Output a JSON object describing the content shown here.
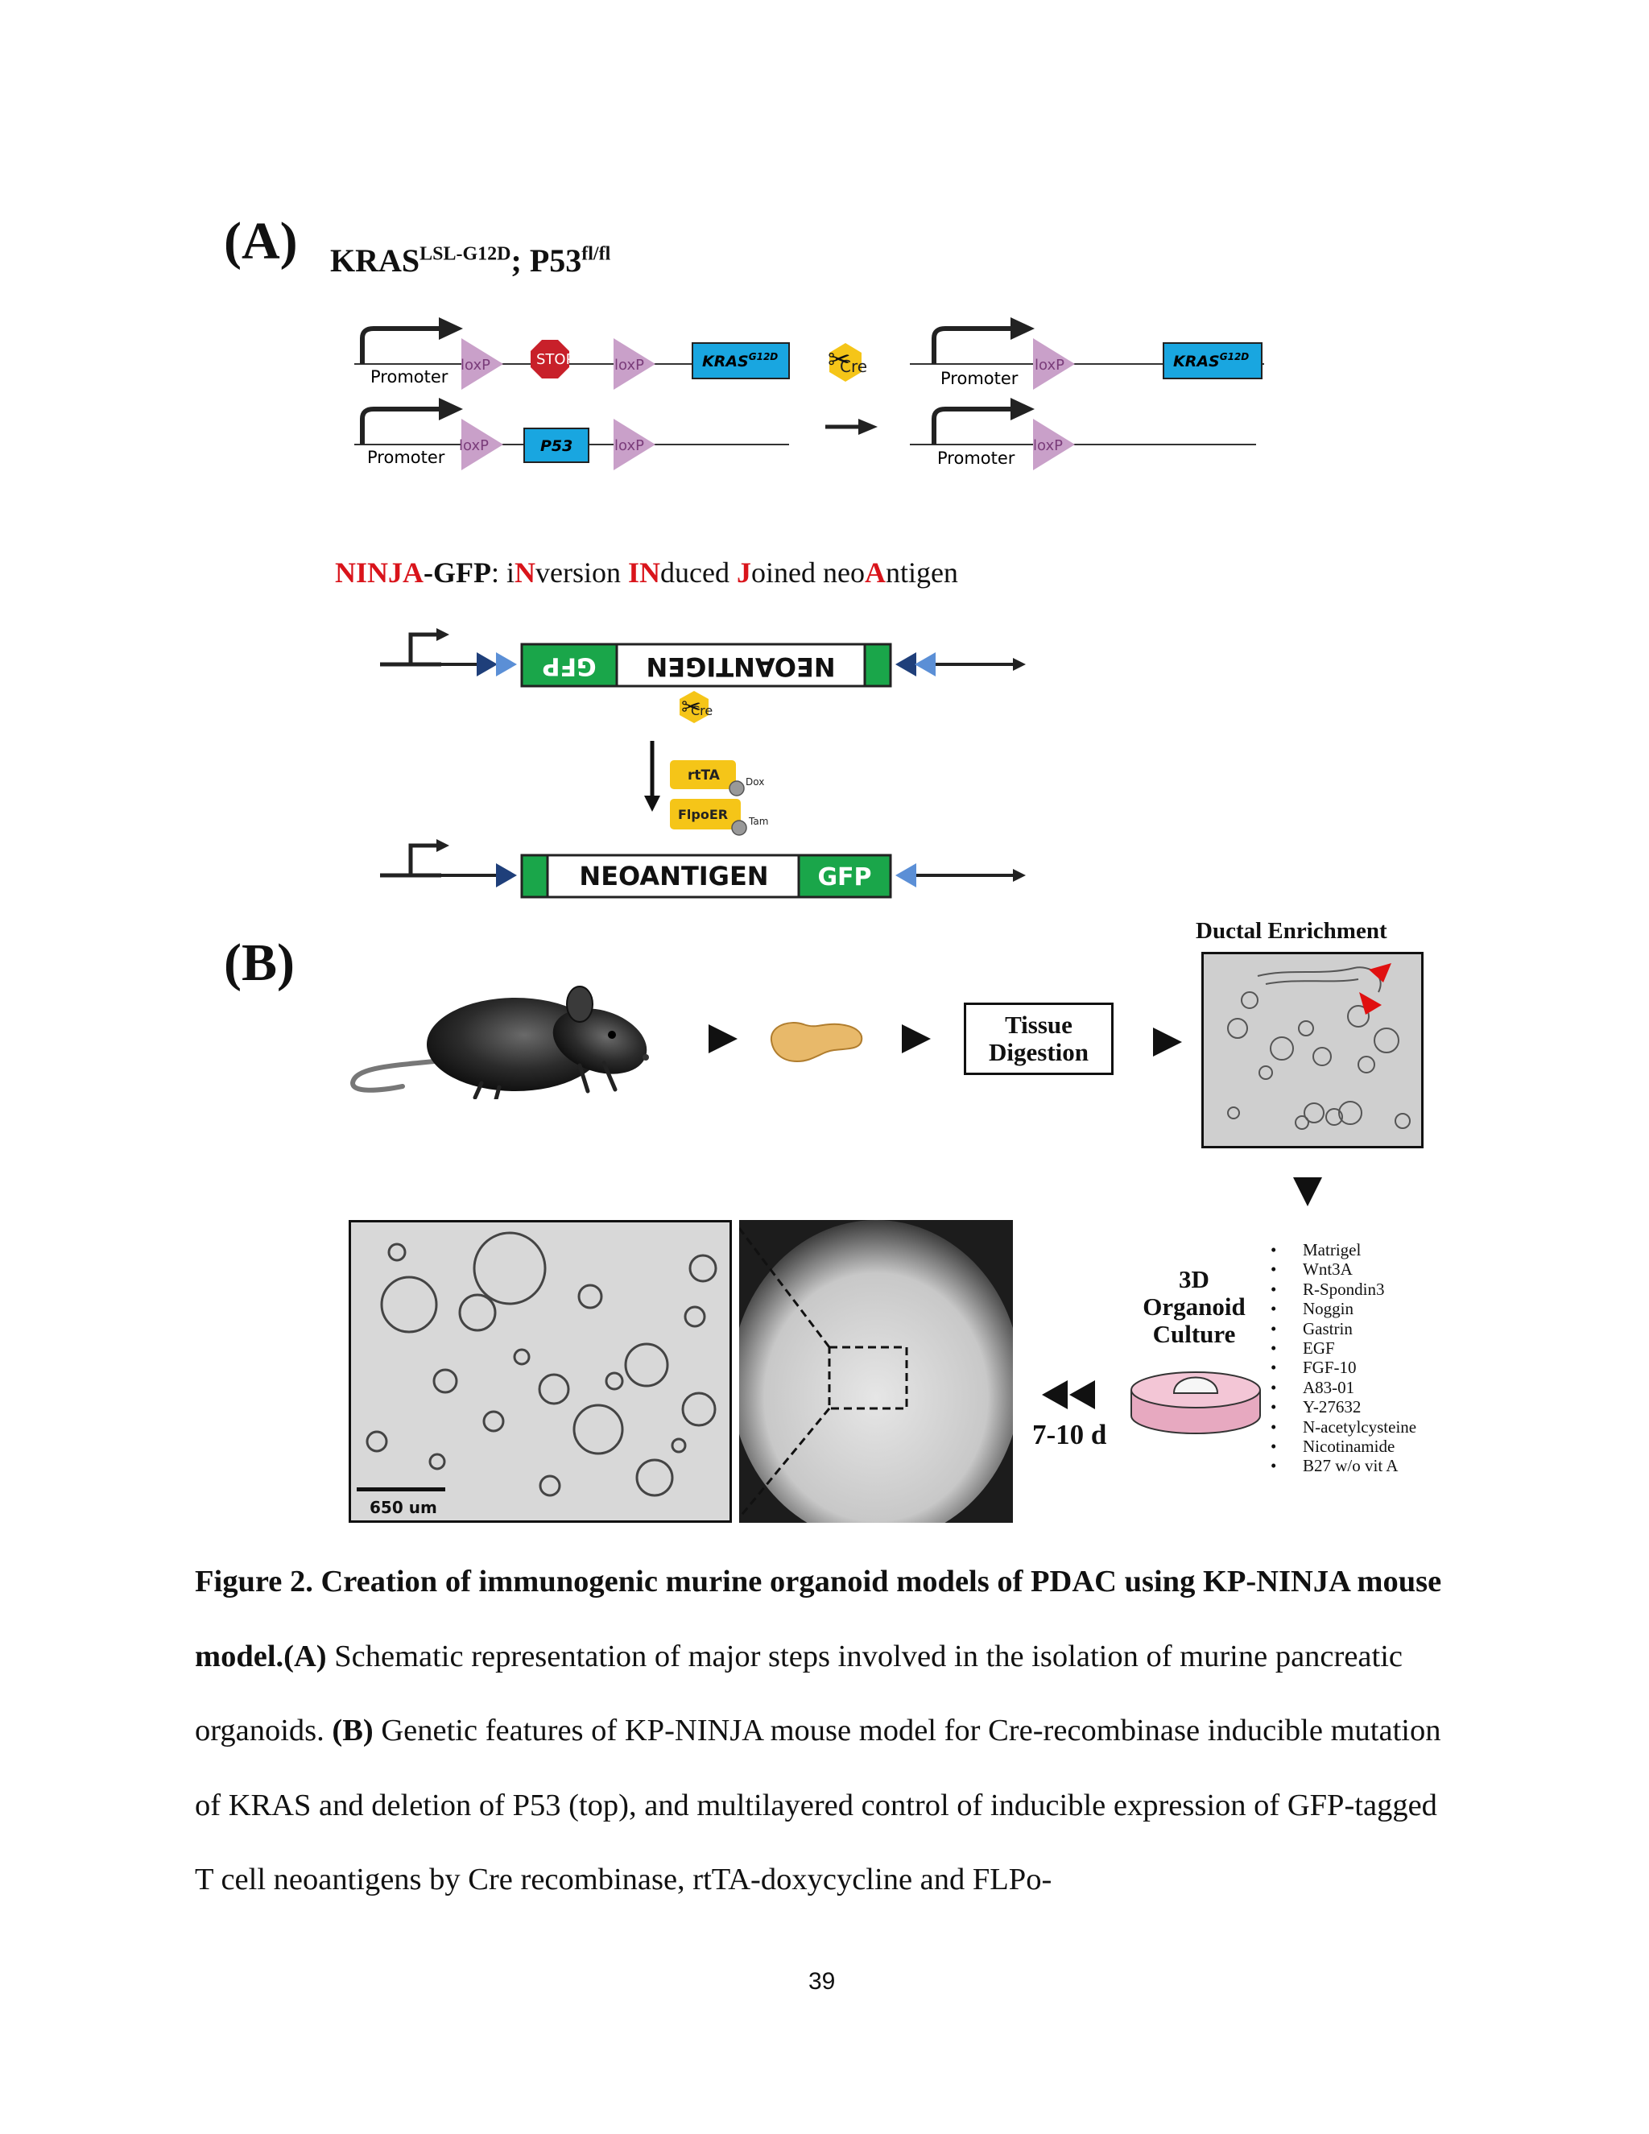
{
  "panel_a": {
    "label": "(A)",
    "genotype": {
      "kras": "KRAS",
      "kras_sup": "LSL-G12D",
      "sep": "; ",
      "p53": "P53",
      "p53_sup": "fl/fl"
    },
    "schematic": {
      "promoter": "Promoter",
      "loxp": "loxP",
      "stop": "STOP",
      "kras_gene": "KRAS",
      "kras_gene_sup": "G12D",
      "p53_gene": "P53",
      "cre": "Cre"
    },
    "ninja_title": {
      "p1": "NINJA",
      "p2": "-GFP",
      "p3": ": i",
      "p4": "N",
      "p5": "version ",
      "p6": "IN",
      "p7": "duced ",
      "p8": "J",
      "p9": "oined neo",
      "p10": "A",
      "p11": "ntigen"
    },
    "ninja": {
      "gfp": "GFP",
      "neoantigen": "NEOANTIGEN",
      "cre": "Cre",
      "rtta": "rtTA",
      "dox": "Dox",
      "flpoer": "FlpoER",
      "tam": "Tam"
    }
  },
  "panel_b": {
    "label": "(B)",
    "tissue_digestion_1": "Tissue",
    "tissue_digestion_2": "Digestion",
    "ductal_enrichment": "Ductal Enrichment",
    "organoid_1": "3D",
    "organoid_2": "Organoid",
    "organoid_3": "Culture",
    "duration": "7-10 d",
    "scale_bar": "650 um",
    "media": [
      "Matrigel",
      "Wnt3A",
      "R-Spondin3",
      "Noggin",
      "Gastrin",
      "EGF",
      "FGF-10",
      "A83-01",
      "Y-27632",
      "N-acetylcysteine",
      "Nicotinamide",
      "B27 w/o vit A"
    ]
  },
  "caption": {
    "title": "Figure 2. Creation of immunogenic murine organoid models of PDAC using KP-NINJA mouse model.",
    "a_label": "(A)",
    "a_text": " Schematic representation of major steps involved in the isolation of murine pancreatic organoids. ",
    "b_label": "(B)",
    "b_text": " Genetic features of KP-NINJA mouse model for Cre-recombinase inducible mutation of KRAS and deletion of P53 (top), and multilayered control of inducible expression of GFP-tagged T cell neoantigens by Cre recombinase, rtTA-doxycycline and FLPo-"
  },
  "page_number": "39",
  "colors": {
    "loxp": "#c9a0c9",
    "stop": "#c8202a",
    "gene_blue": "#19a6e0",
    "gfp_green": "#1aa64a",
    "cre_yellow": "#f5c518",
    "ninja_red": "#d9141b",
    "lox_blue": "#5b8fd6"
  }
}
